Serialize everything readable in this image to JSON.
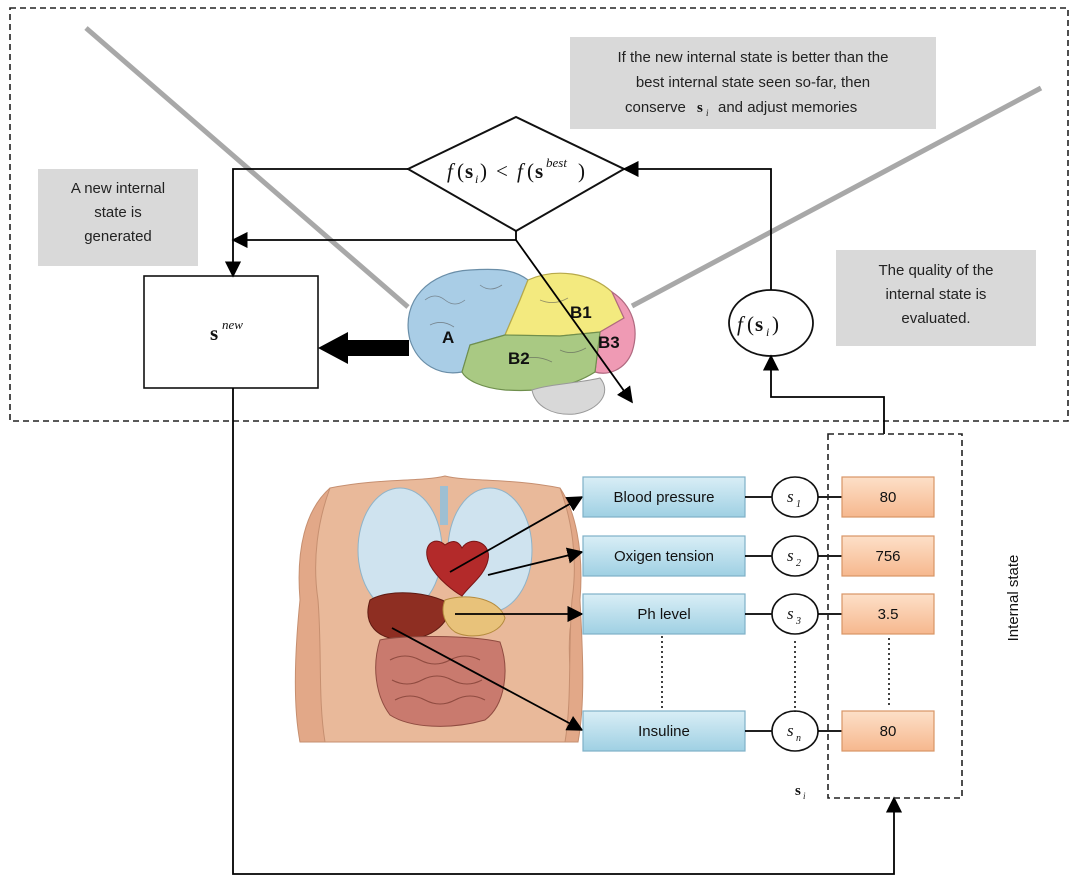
{
  "notes": {
    "top_right_lines": [
      "If the new internal state is better than the",
      "best internal state seen so-far, then",
      "conserve",
      "and adjust memories"
    ],
    "left_lines": [
      "A new internal",
      "state is",
      "generated"
    ],
    "right_lines": [
      "The quality of the",
      "internal state is",
      "evaluated."
    ]
  },
  "math": {
    "condition": {
      "f": "f",
      "s": "s",
      "i": "i",
      "lt": "<",
      "best": "best",
      "lp": "(",
      "rp": ")"
    },
    "snew": {
      "s": "s",
      "sup": "new"
    },
    "eval": {
      "f": "f",
      "s": "s",
      "i": "i",
      "lp": "(",
      "rp": ")"
    },
    "si_label": {
      "s": "s",
      "i": "i"
    },
    "conserve_s": "s",
    "conserve_i": "i"
  },
  "brain_regions": [
    "A",
    "B1",
    "B2",
    "B3"
  ],
  "measurements": [
    {
      "name": "Blood pressure",
      "sym": "s",
      "sub": "1",
      "value": "80"
    },
    {
      "name": "Oxigen tension",
      "sym": "s",
      "sub": "2",
      "value": "756"
    },
    {
      "name": "Ph level",
      "sym": "s",
      "sub": "3",
      "value": "3.5"
    },
    {
      "name": "Insuline",
      "sym": "s",
      "sub": "n",
      "value": "80"
    }
  ],
  "internal_state_label": "Internal state",
  "colors": {
    "note_fill": "#d9d9d9",
    "measure_fill": "#bfe1ee",
    "value_fill": "#f9c9a5",
    "brain_A": "#a9cde6",
    "brain_B1": "#f3ea7f",
    "brain_B2": "#a9c983",
    "brain_B3": "#ef9ab4",
    "skin": "#e9b99a"
  }
}
